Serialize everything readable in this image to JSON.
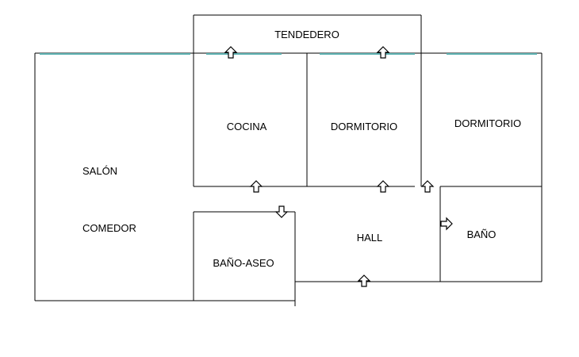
{
  "colors": {
    "wall": "#000000",
    "window": "#5fb3b3",
    "background": "#ffffff"
  },
  "rooms": {
    "tendedero": "TENDEDERO",
    "cocina": "COCINA",
    "dormitorio_1": "DORMITORIO",
    "dormitorio_2": "DORMITORIO",
    "salon": "SALÓN",
    "comedor": "COMEDOR",
    "hall": "HALL",
    "bano": "BAÑO",
    "bano_aseo": "BAÑO-ASEO"
  },
  "door_icons": [
    "arrow-up-icon",
    "arrow-down-icon",
    "arrow-right-icon"
  ]
}
